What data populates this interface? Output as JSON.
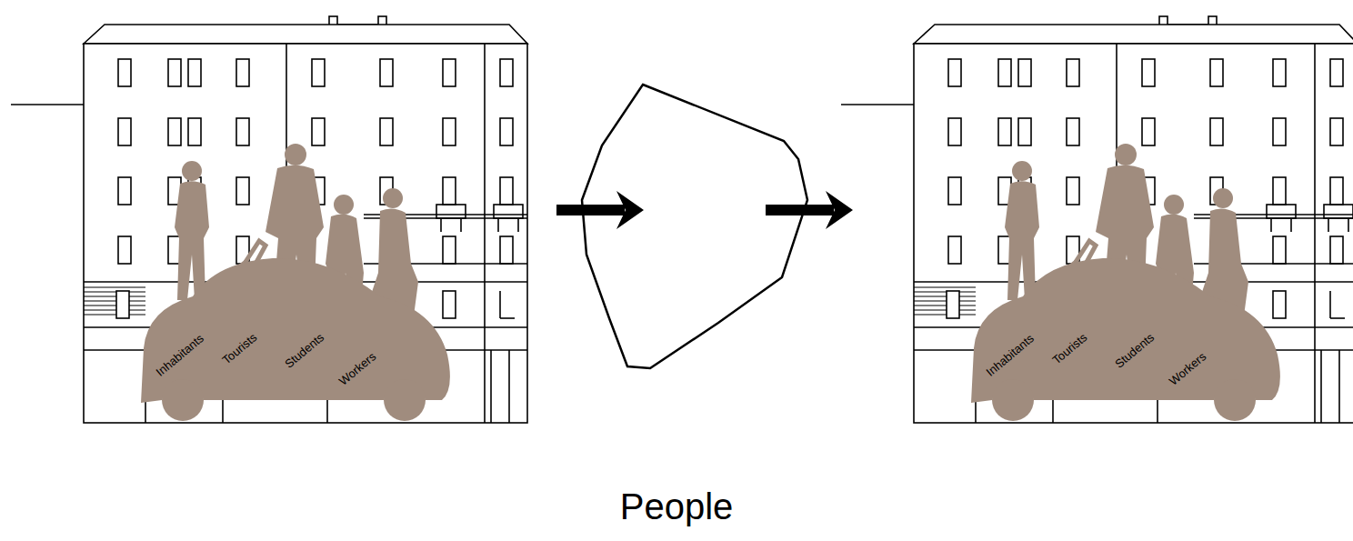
{
  "diagram": {
    "caption": "People",
    "nodes": [
      {
        "text": [
          "Inhabitants",
          "Tourists",
          "Students",
          "Workers"
        ]
      },
      {
        "text": [
          "Inhabitants",
          "Tourists",
          "Students",
          "Workers"
        ]
      }
    ]
  }
}
